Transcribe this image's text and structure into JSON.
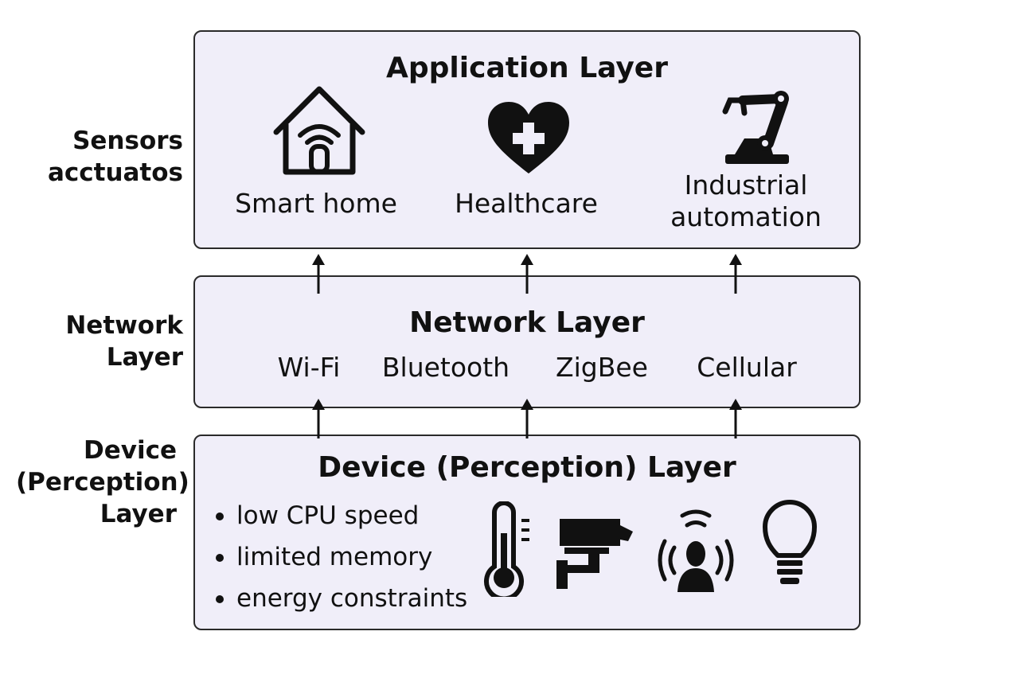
{
  "side_labels": {
    "top": [
      "Sensors",
      "acctuatos"
    ],
    "middle": [
      "Network",
      "Layer"
    ],
    "bottom": [
      "Device",
      "(Perception)",
      "Layer"
    ]
  },
  "application_layer": {
    "title": "Application Layer",
    "items": [
      {
        "label": "Smart home",
        "icon": "smart-home-icon"
      },
      {
        "label": "Healthcare",
        "icon": "heart-plus-icon"
      },
      {
        "label_lines": [
          "Industrial",
          "automation"
        ],
        "icon": "robot-arm-icon"
      }
    ]
  },
  "network_layer": {
    "title": "Network Layer",
    "protocols": [
      "Wi-Fi",
      "Bluetooth",
      "ZigBee",
      "Cellular"
    ]
  },
  "device_layer": {
    "title": "Device (Perception) Layer",
    "constraints": [
      "low CPU speed",
      "limited memory",
      "energy constraints"
    ],
    "icons": [
      "thermometer-icon",
      "security-camera-icon",
      "person-signal-icon",
      "light-bulb-icon"
    ]
  },
  "colors": {
    "box_fill": "#f0eef9",
    "stroke": "#2a2a2a",
    "icon": "#111111"
  }
}
